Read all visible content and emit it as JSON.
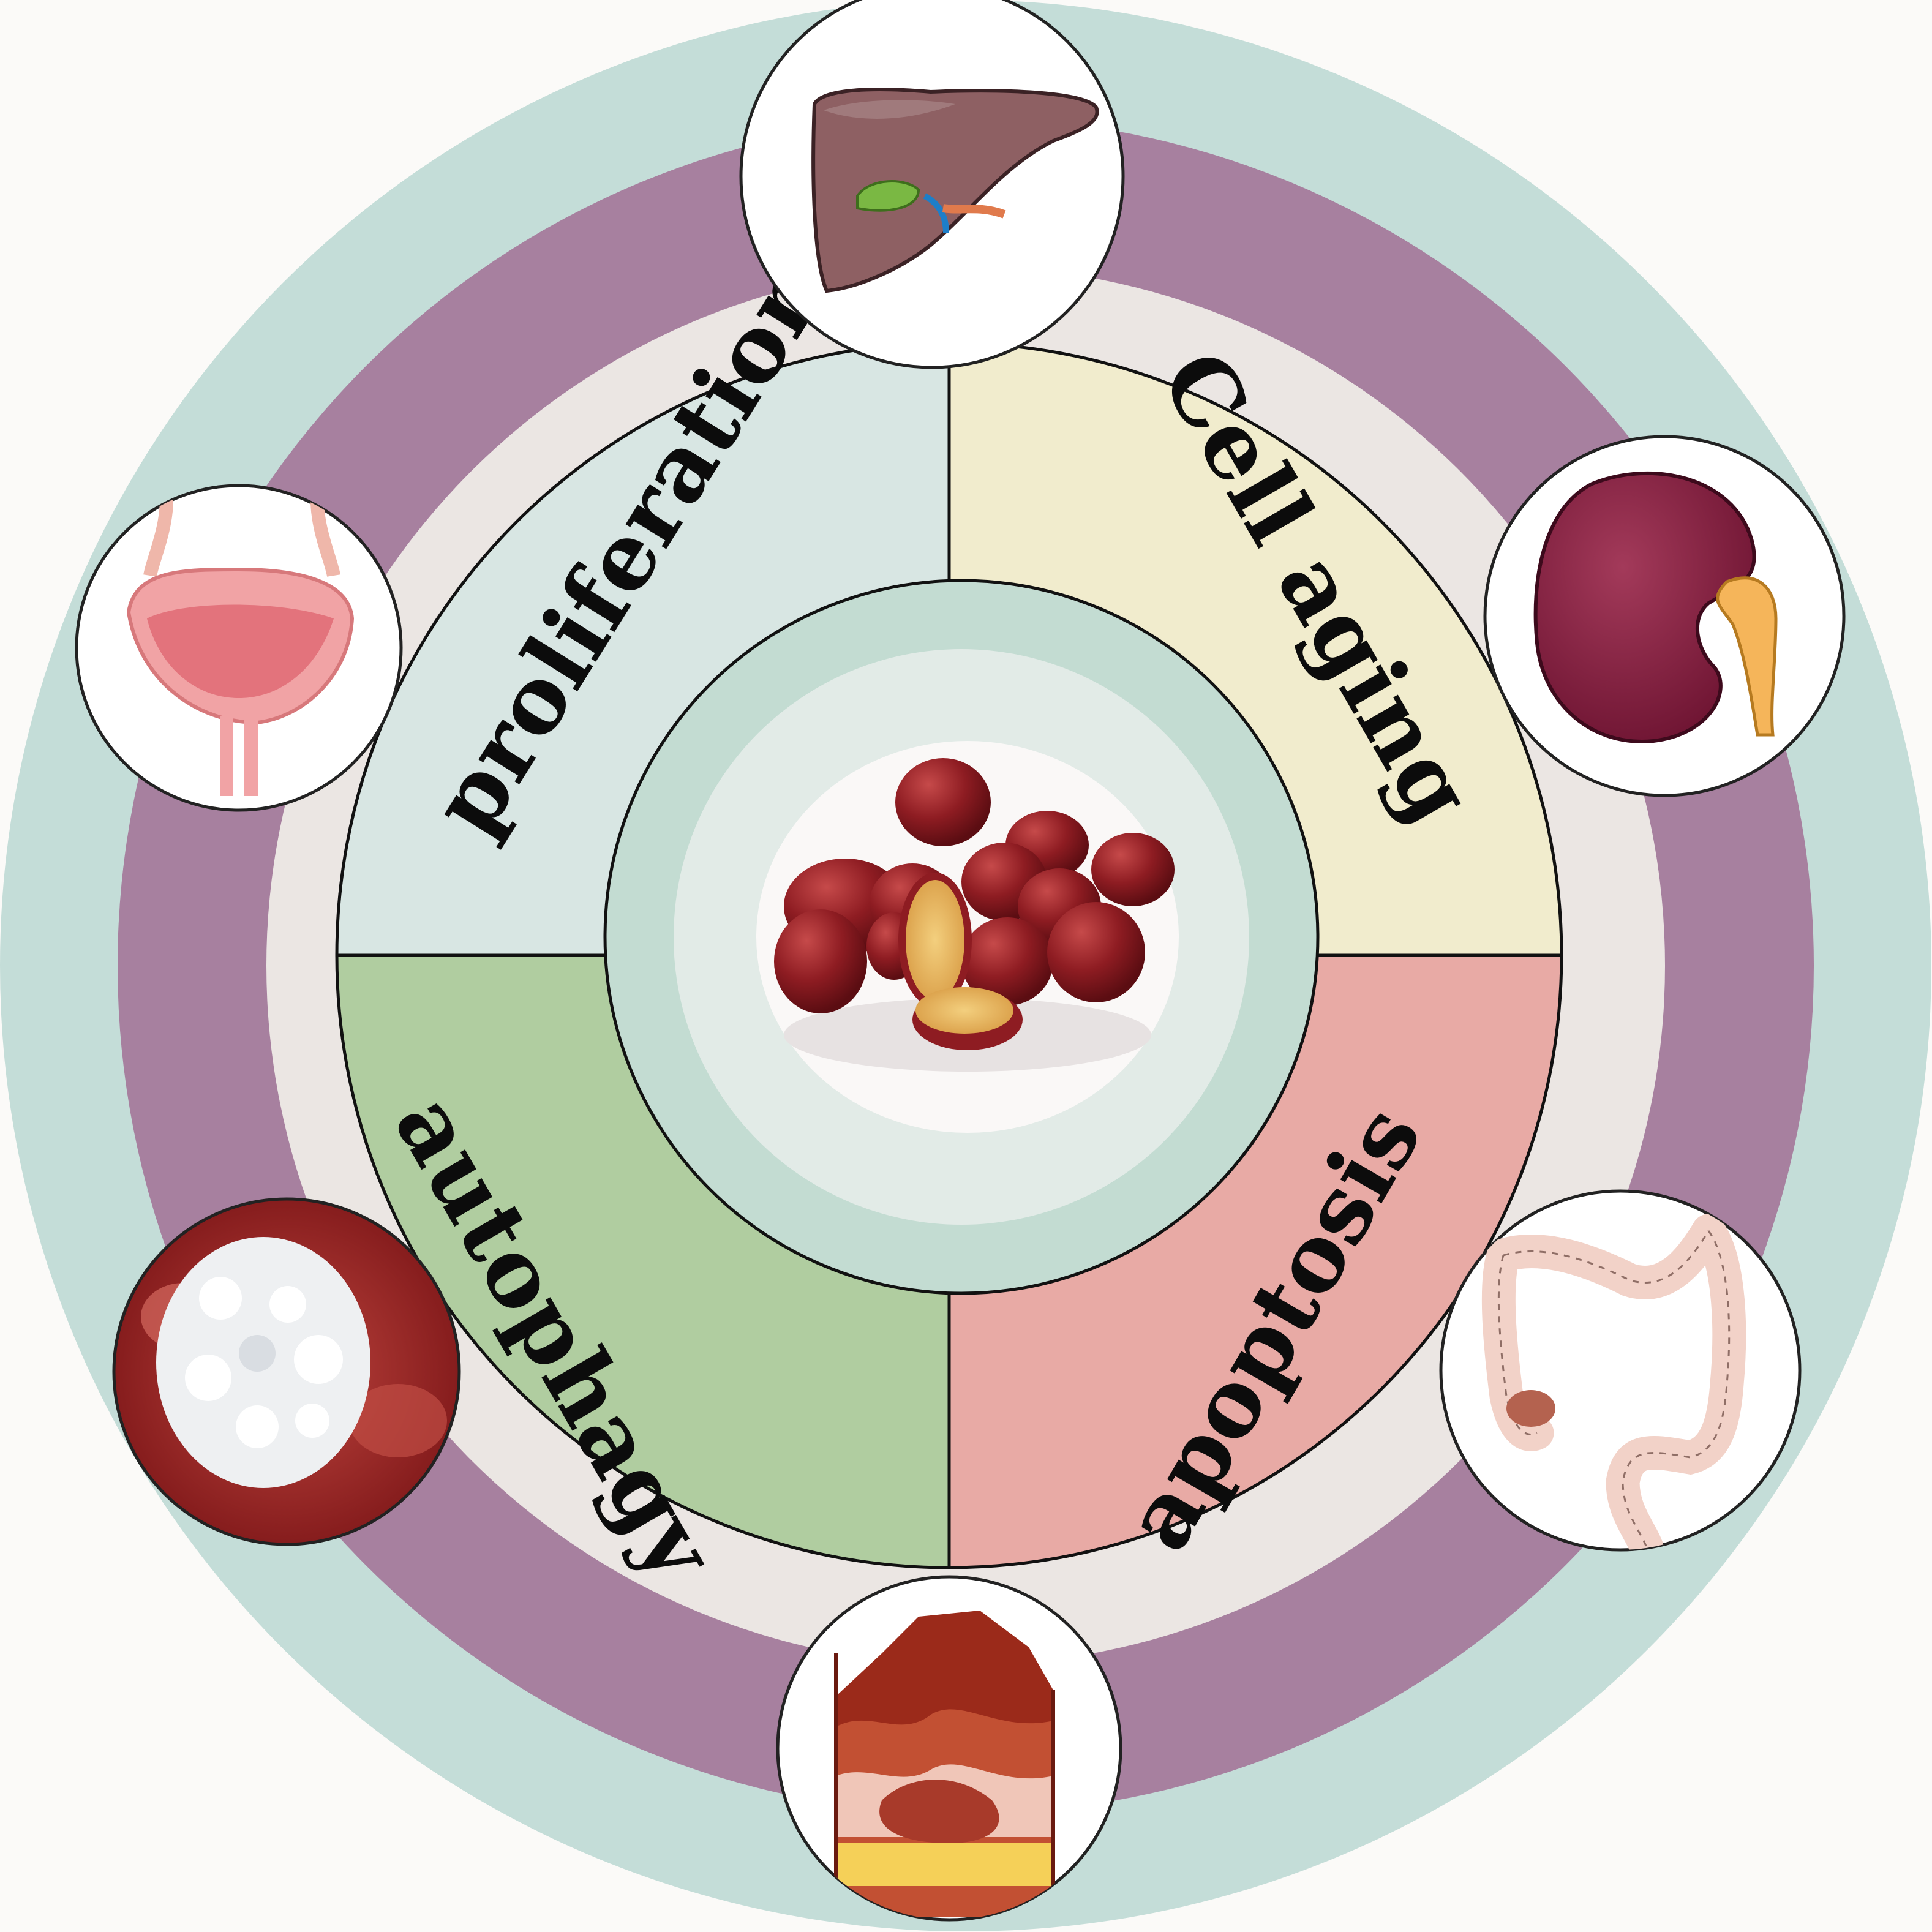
{
  "diagram": {
    "center_image": "red-jujube-dates-photo",
    "quadrants": [
      {
        "id": "proliferation",
        "label": "proliferation",
        "color": "#d8e6e3"
      },
      {
        "id": "cell-aging",
        "label": "Cell aging",
        "color": "#f1eccd"
      },
      {
        "id": "apoptosis",
        "label": "apoptosis",
        "color": "#e8aaa5"
      },
      {
        "id": "autophagy",
        "label": "autophagy",
        "color": "#b0cda0"
      }
    ],
    "organs": [
      {
        "id": "liver",
        "icon": "liver-icon"
      },
      {
        "id": "kidney",
        "icon": "kidney-icon"
      },
      {
        "id": "colon",
        "icon": "colon-icon"
      },
      {
        "id": "skin",
        "icon": "skin-wound-icon"
      },
      {
        "id": "immune-cell",
        "icon": "white-blood-cell-icon"
      },
      {
        "id": "bladder",
        "icon": "bladder-icon"
      }
    ],
    "ring_colors": {
      "outer": "#c4ddd8",
      "middle": "#a7809f",
      "inner": "#ebe6e3",
      "center_outer": "#c3dcd2",
      "center_inner": "#e2ebe7"
    }
  }
}
